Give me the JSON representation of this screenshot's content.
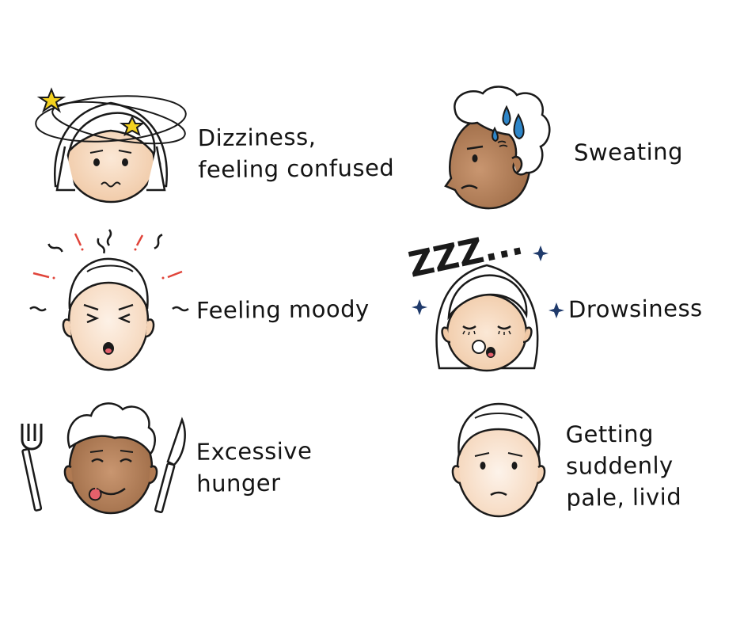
{
  "symptoms": {
    "dizziness": {
      "line1": "Dizziness,",
      "line2": "feeling confused"
    },
    "sweating": {
      "line1": "Sweating"
    },
    "moody": {
      "line1": "Feeling moody"
    },
    "drowsiness": {
      "line1": "Drowsiness",
      "zzz": "ZZZ..."
    },
    "hunger": {
      "line1": "Excessive",
      "line2": "hunger"
    },
    "pale": {
      "line1": "Getting",
      "line2": "suddenly",
      "line3": "pale, livid"
    }
  },
  "colors": {
    "outline": "#1a1a1a",
    "skin_light": "#f6dcc5",
    "skin_pale": "#f7e6d6",
    "skin_dark": "#b07a52",
    "hair_white": "#ffffff",
    "star_yellow": "#f4d21f",
    "sweat_blue": "#2e86c9",
    "sparkle_navy": "#1f3a6b",
    "anger_red": "#e0443a",
    "tongue_red": "#e4606b"
  },
  "icons": [
    "dizzy-face-icon",
    "sweating-face-icon",
    "moody-face-icon",
    "sleepy-face-icon",
    "hungry-face-icon",
    "pale-face-icon"
  ]
}
